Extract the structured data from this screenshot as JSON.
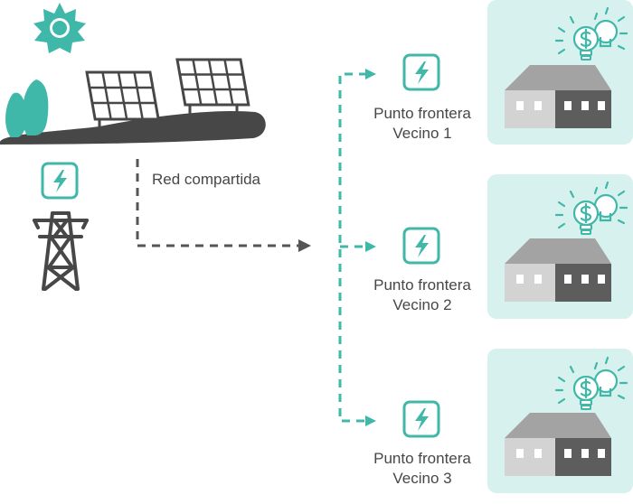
{
  "colors": {
    "accent": "#3fb8a9",
    "panel": "#d7f1ee",
    "dark_gray": "#474747",
    "mid_gray": "#a3a3a3",
    "light_gray": "#cfcfcf",
    "dashed_gray": "#555555"
  },
  "diagram": {
    "shared_network_label": "Red compartida",
    "icons": [
      "sun-icon",
      "tree-icon",
      "solar-panel-icon",
      "meter-icon",
      "transmission-tower-icon",
      "house-icon",
      "light-bulb-icon"
    ],
    "boundary_points": [
      {
        "label_line1": "Punto frontera",
        "label_line2": "Vecino 1"
      },
      {
        "label_line1": "Punto frontera",
        "label_line2": "Vecino 2"
      },
      {
        "label_line1": "Punto frontera",
        "label_line2": "Vecino 3"
      }
    ]
  }
}
